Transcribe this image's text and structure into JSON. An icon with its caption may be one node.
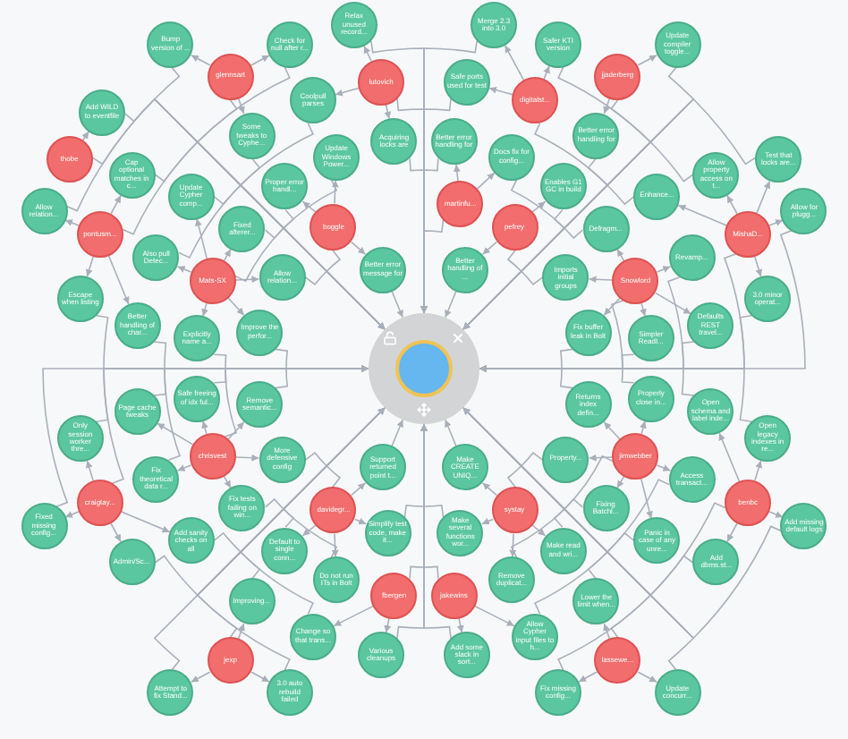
{
  "diagram": {
    "nodes": [
      {
        "text": [
          "Better error handling for"
        ]
      },
      {
        "text": [
          "Some tweaks to Cyphe..."
        ]
      },
      {
        "text": [
          "jjaderberg"
        ]
      },
      {
        "text": [
          "Safe ports used for test"
        ]
      },
      {
        "text": [
          "Update compiler toggle..."
        ]
      },
      {
        "text": [
          "Better handling of char..."
        ]
      },
      {
        "text": [
          "Check for null after r..."
        ]
      },
      {
        "text": [
          "glennsart"
        ]
      },
      {
        "text": [
          "Safer KTI version"
        ]
      },
      {
        "text": [
          "lutovich"
        ]
      },
      {
        "text": [
          "Acquiring locks are"
        ]
      },
      {
        "text": [
          "Better error message for"
        ]
      },
      {
        "text": [
          "Proper error handl..."
        ]
      },
      {
        "text": [
          "digitalst..."
        ]
      },
      {
        "text": [
          "Merge 2.3 into 3.0"
        ]
      },
      {
        "text": [
          "Bump version of ..."
        ]
      },
      {
        "text": [
          "Cap optional matches in c..."
        ]
      },
      {
        "text": [
          "Coolpull parses"
        ]
      },
      {
        "text": [
          "Update Windows Power..."
        ]
      },
      {
        "text": [
          "pontusm..."
        ]
      },
      {
        "text": [
          "boggle"
        ]
      },
      {
        "text": [
          "Fix buffer leak in Bolt"
        ]
      },
      {
        "text": [
          "Relax unused record..."
        ]
      },
      {
        "text": [
          "Escape when listing"
        ]
      },
      {
        "text": [
          "Docs fix for config..."
        ]
      },
      {
        "text": [
          "thobe"
        ]
      },
      {
        "text": [
          "Better handling of ..."
        ]
      },
      {
        "text": [
          "Add WILD to eventfile"
        ]
      },
      {
        "text": [
          "Imports initial groups"
        ]
      },
      {
        "text": [
          "Allow relation..."
        ]
      },
      {
        "text": [
          "Snowlord"
        ]
      },
      {
        "text": [
          "pefrey"
        ]
      },
      {
        "text": [
          "Simpler ReadI..."
        ]
      },
      {
        "text": [
          "Change so that trans..."
        ]
      },
      {
        "text": [
          "Better error handling for"
        ]
      },
      {
        "text": [
          "Enables G1 GC in build"
        ]
      },
      {
        "text": [
          "martinfu..."
        ]
      },
      {
        "text": [
          "Defragm..."
        ]
      },
      {
        "text": [
          "fbergen"
        ]
      },
      {
        "text": [
          "Defaults REST travel..."
        ]
      },
      {
        "text": [
          "Property..."
        ]
      },
      {
        "text": [
          "Revamp..."
        ]
      },
      {
        "text": [
          "Various cleanups"
        ]
      },
      {
        "text": [
          "Improving..."
        ]
      },
      {
        "text": [
          "Returns index defin..."
        ]
      },
      {
        "text": [
          "jexp"
        ]
      },
      {
        "text": [
          "Fixing Batchl..."
        ]
      },
      {
        "text": [],
        "shape": "circle"
      },
      {
        "text": [
          "Allow Cypher input files to h..."
        ]
      },
      {
        "text": [
          "3.0 auto rebuild failed"
        ]
      },
      {
        "text": [
          "jimwebber"
        ]
      },
      {
        "text": [
          "Attempt to fix Stand..."
        ]
      },
      {
        "text": [
          "Properly close in..."
        ]
      },
      {
        "text": [
          "Remove semantic..."
        ]
      },
      {
        "text": [
          "Open schema and label inde..."
        ]
      },
      {
        "text": [
          "More defensive config"
        ]
      },
      {
        "text": [
          "jakewins"
        ]
      },
      {
        "text": [
          "Panic in case of any unre..."
        ]
      },
      {
        "text": [
          "Access transact..."
        ]
      },
      {
        "text": [
          "Add some slack in sort..."
        ]
      },
      {
        "text": [
          "Make CREATE UNIQ..."
        ]
      },
      {
        "text": [
          "Safe freeing of idx ful..."
        ]
      },
      {
        "text": [
          "lassewe..."
        ]
      },
      {
        "text": [
          "Add dbms.st..."
        ]
      },
      {
        "text": [
          "Fix tests failing on win..."
        ]
      },
      {
        "text": [
          "Open legacy indexes in re..."
        ]
      },
      {
        "text": [
          "craigtay..."
        ]
      },
      {
        "text": [
          "Enhance..."
        ]
      },
      {
        "text": [
          "Make several functions wor..."
        ]
      },
      {
        "text": [
          "Make read and wri..."
        ]
      },
      {
        "text": [
          "3.0 minor operat..."
        ]
      },
      {
        "text": [
          "Lower the limit when..."
        ]
      },
      {
        "text": [
          "Add sanity checks on all"
        ]
      },
      {
        "text": [
          "chrisvest"
        ]
      },
      {
        "text": [
          "benbc"
        ]
      },
      {
        "text": [
          "Fix missing config..."
        ]
      },
      {
        "text": [
          "Page cache tweaks"
        ]
      },
      {
        "text": [
          "systay"
        ]
      },
      {
        "text": [
          "Allow property access on t..."
        ]
      },
      {
        "text": [
          "Only session worker thre..."
        ]
      },
      {
        "text": [
          "Remove duplicat..."
        ]
      },
      {
        "text": [
          "Allow relation..."
        ]
      },
      {
        "text": [
          "MishaD..."
        ]
      },
      {
        "text": [
          "Admin/Sc..."
        ]
      },
      {
        "text": [
          "Update concurr..."
        ]
      },
      {
        "text": [
          "Fixed missing config..."
        ]
      },
      {
        "text": [
          "Fix theoretical data r..."
        ]
      },
      {
        "text": [
          "Mats-SX"
        ]
      },
      {
        "text": [
          "Allow for plugg..."
        ]
      },
      {
        "text": [
          "Improve the perfor..."
        ]
      },
      {
        "text": [
          "Fixed afterer..."
        ]
      },
      {
        "text": [
          "Add missing default logs"
        ]
      },
      {
        "text": [
          "Support returned point t..."
        ]
      },
      {
        "text": [
          "Simplify test code, make it..."
        ]
      },
      {
        "text": [
          "Explicitly name a..."
        ]
      },
      {
        "text": [
          "Test that locks are..."
        ]
      },
      {
        "text": [
          "Default to single conn..."
        ]
      },
      {
        "text": [
          "Update Cypher comp..."
        ]
      },
      {
        "text": [
          "Do not run ITs in Bolt"
        ]
      },
      {
        "text": [
          "davidegr..."
        ]
      },
      {
        "text": [
          "Also pull Detec..."
        ]
      }
    ],
    "edges": [
      {
        "from": 0,
        "to": 47,
        "arrow": "to"
      },
      {
        "from": 1,
        "to": 47,
        "arrow": "to"
      },
      {
        "from": 2,
        "to": 47,
        "arrow": "to"
      },
      {
        "from": 3,
        "to": 47,
        "arrow": "to"
      },
      {
        "from": 4,
        "to": 47,
        "arrow": "to"
      },
      {
        "from": 5,
        "to": 47,
        "arrow": "to"
      },
      {
        "from": 6,
        "to": 47,
        "arrow": "to"
      },
      {
        "from": 7,
        "to": 47,
        "arrow": "to"
      },
      {
        "from": 8,
        "to": 47,
        "arrow": "to"
      },
      {
        "from": 9,
        "to": 47,
        "arrow": "to"
      },
      {
        "from": 10,
        "to": 47,
        "arrow": "to"
      },
      {
        "from": 11,
        "to": 47,
        "arrow": "to"
      },
      {
        "from": 12,
        "to": 47,
        "arrow": "to"
      },
      {
        "from": 13,
        "to": 47,
        "arrow": "to"
      },
      {
        "from": 14,
        "to": 47,
        "arrow": "to"
      },
      {
        "from": 15,
        "to": 47,
        "arrow": "to"
      },
      {
        "from": 16,
        "to": 47,
        "arrow": "to"
      },
      {
        "from": 17,
        "to": 47,
        "arrow": "to"
      },
      {
        "from": 18,
        "to": 47,
        "arrow": "to"
      },
      {
        "from": 19,
        "to": 47,
        "arrow": "to"
      },
      {
        "from": 20,
        "to": 47,
        "arrow": "to"
      },
      {
        "from": 21,
        "to": 47,
        "arrow": "to"
      },
      {
        "from": 22,
        "to": 47,
        "arrow": "to"
      },
      {
        "from": 23,
        "to": 47,
        "arrow": "to"
      },
      {
        "from": 24,
        "to": 47,
        "arrow": "to"
      },
      {
        "from": 25,
        "to": 47,
        "arrow": "to"
      },
      {
        "from": 26,
        "to": 47,
        "arrow": "to"
      },
      {
        "from": 27,
        "to": 47,
        "arrow": "to"
      },
      {
        "from": 28,
        "to": 47,
        "arrow": "to"
      },
      {
        "from": 29,
        "to": 47,
        "arrow": "to"
      },
      {
        "from": 30,
        "to": 47,
        "arrow": "to"
      },
      {
        "from": 31,
        "to": 47,
        "arrow": "to"
      },
      {
        "from": 32,
        "to": 47,
        "arrow": "to"
      },
      {
        "from": 33,
        "to": 47,
        "arrow": "to"
      },
      {
        "from": 34,
        "to": 47,
        "arrow": "to"
      },
      {
        "from": 35,
        "to": 47,
        "arrow": "to"
      },
      {
        "from": 36,
        "to": 47,
        "arrow": "to"
      },
      {
        "from": 37,
        "to": 47,
        "arrow": "to"
      },
      {
        "from": 38,
        "to": 47,
        "arrow": "to"
      },
      {
        "from": 39,
        "to": 47,
        "arrow": "to"
      },
      {
        "from": 40,
        "to": 47,
        "arrow": "to"
      },
      {
        "from": 41,
        "to": 47,
        "arrow": "to"
      },
      {
        "from": 42,
        "to": 47,
        "arrow": "to"
      },
      {
        "from": 43,
        "to": 47,
        "arrow": "to"
      },
      {
        "from": 44,
        "to": 47,
        "arrow": "to"
      },
      {
        "from": 45,
        "to": 47,
        "arrow": "to"
      },
      {
        "from": 46,
        "to": 47,
        "arrow": "to"
      },
      {
        "from": 48,
        "to": 47,
        "arrow": "to"
      },
      {
        "from": 49,
        "to": 47,
        "arrow": "to"
      },
      {
        "from": 50,
        "to": 47,
        "arrow": "to"
      },
      {
        "from": 51,
        "to": 47,
        "arrow": "to"
      },
      {
        "from": 52,
        "to": 47,
        "arrow": "to"
      },
      {
        "from": 53,
        "to": 47,
        "arrow": "to"
      },
      {
        "from": 54,
        "to": 47,
        "arrow": "to"
      },
      {
        "from": 55,
        "to": 47,
        "arrow": "to"
      },
      {
        "from": 56,
        "to": 47,
        "arrow": "to"
      },
      {
        "from": 57,
        "to": 47,
        "arrow": "to"
      },
      {
        "from": 58,
        "to": 47,
        "arrow": "to"
      },
      {
        "from": 59,
        "to": 47,
        "arrow": "to"
      },
      {
        "from": 60,
        "to": 47,
        "arrow": "to"
      },
      {
        "from": 61,
        "to": 47,
        "arrow": "to"
      },
      {
        "from": 62,
        "to": 47,
        "arrow": "to"
      },
      {
        "from": 63,
        "to": 47,
        "arrow": "to"
      },
      {
        "from": 64,
        "to": 47,
        "arrow": "to"
      },
      {
        "from": 65,
        "to": 47,
        "arrow": "to"
      },
      {
        "from": 66,
        "to": 47,
        "arrow": "to"
      },
      {
        "from": 67,
        "to": 47,
        "arrow": "to"
      },
      {
        "from": 68,
        "to": 47,
        "arrow": "to"
      },
      {
        "from": 69,
        "to": 47,
        "arrow": "to"
      },
      {
        "from": 70,
        "to": 47,
        "arrow": "to"
      },
      {
        "from": 71,
        "to": 47,
        "arrow": "to"
      },
      {
        "from": 72,
        "to": 47,
        "arrow": "to"
      },
      {
        "from": 73,
        "to": 47,
        "arrow": "to"
      },
      {
        "from": 74,
        "to": 47,
        "arrow": "to"
      },
      {
        "from": 75,
        "to": 47,
        "arrow": "to"
      },
      {
        "from": 76,
        "to": 47,
        "arrow": "to"
      },
      {
        "from": 77,
        "to": 47,
        "arrow": "to"
      },
      {
        "from": 78,
        "to": 47,
        "arrow": "to"
      },
      {
        "from": 79,
        "to": 47,
        "arrow": "to"
      },
      {
        "from": 80,
        "to": 47,
        "arrow": "to"
      },
      {
        "from": 81,
        "to": 47,
        "arrow": "to"
      },
      {
        "from": 82,
        "to": 47,
        "arrow": "to"
      },
      {
        "from": 83,
        "to": 47,
        "arrow": "to"
      },
      {
        "from": 84,
        "to": 47,
        "arrow": "to"
      },
      {
        "from": 85,
        "to": 47,
        "arrow": "to"
      },
      {
        "from": 86,
        "to": 47,
        "arrow": "to"
      },
      {
        "from": 87,
        "to": 47,
        "arrow": "to"
      },
      {
        "from": 88,
        "to": 47,
        "arrow": "to"
      },
      {
        "from": 89,
        "to": 47,
        "arrow": "to"
      },
      {
        "from": 90,
        "to": 47,
        "arrow": "to"
      },
      {
        "from": 91,
        "to": 47,
        "arrow": "to"
      },
      {
        "from": 92,
        "to": 47,
        "arrow": "to"
      },
      {
        "from": 93,
        "to": 47,
        "arrow": "to"
      },
      {
        "from": 94,
        "to": 47,
        "arrow": "to"
      },
      {
        "from": 95,
        "to": 47,
        "arrow": "to"
      },
      {
        "from": 96,
        "to": 47,
        "arrow": "to"
      },
      {
        "from": 97,
        "to": 47,
        "arrow": "to"
      },
      {
        "from": 98,
        "to": 47,
        "arrow": "to"
      },
      {
        "from": 99,
        "to": 47,
        "arrow": "to"
      },
      {
        "from": 100,
        "to": 47,
        "arrow": "to"
      },
      {
        "from": 2,
        "to": 0,
        "arrow": "to"
      },
      {
        "from": 7,
        "to": 1,
        "arrow": "to"
      },
      {
        "from": 13,
        "to": 3,
        "arrow": "to"
      },
      {
        "from": 2,
        "to": 4,
        "arrow": "to"
      },
      {
        "from": 19,
        "to": 5,
        "arrow": "to"
      },
      {
        "from": 7,
        "to": 6,
        "arrow": "to"
      },
      {
        "from": 13,
        "to": 8,
        "arrow": "to"
      },
      {
        "from": 9,
        "to": 10,
        "arrow": "to"
      },
      {
        "from": 20,
        "to": 11,
        "arrow": "to"
      },
      {
        "from": 20,
        "to": 12,
        "arrow": "to"
      },
      {
        "from": 13,
        "to": 14,
        "arrow": "to"
      },
      {
        "from": 7,
        "to": 15,
        "arrow": "to"
      },
      {
        "from": 19,
        "to": 16,
        "arrow": "to"
      },
      {
        "from": 9,
        "to": 17,
        "arrow": "to"
      },
      {
        "from": 20,
        "to": 18,
        "arrow": "to"
      },
      {
        "from": 30,
        "to": 21,
        "arrow": "to"
      },
      {
        "from": 9,
        "to": 22,
        "arrow": "to"
      },
      {
        "from": 19,
        "to": 23,
        "arrow": "to"
      },
      {
        "from": 36,
        "to": 24,
        "arrow": "to"
      },
      {
        "from": 31,
        "to": 26,
        "arrow": "to"
      },
      {
        "from": 25,
        "to": 27,
        "arrow": "to"
      },
      {
        "from": 30,
        "to": 28,
        "arrow": "to"
      },
      {
        "from": 19,
        "to": 29,
        "arrow": "to"
      },
      {
        "from": 30,
        "to": 32,
        "arrow": "to"
      },
      {
        "from": 38,
        "to": 33,
        "arrow": "to"
      },
      {
        "from": 36,
        "to": 34,
        "arrow": "to"
      },
      {
        "from": 31,
        "to": 35,
        "arrow": "to"
      },
      {
        "from": 30,
        "to": 37,
        "arrow": "to"
      },
      {
        "from": 30,
        "to": 39,
        "arrow": "to"
      },
      {
        "from": 50,
        "to": 40,
        "arrow": "to"
      },
      {
        "from": 30,
        "to": 41,
        "arrow": "to"
      },
      {
        "from": 38,
        "to": 42,
        "arrow": "to"
      },
      {
        "from": 45,
        "to": 43,
        "arrow": "to"
      },
      {
        "from": 50,
        "to": 44,
        "arrow": "to"
      },
      {
        "from": 50,
        "to": 46,
        "arrow": "to"
      },
      {
        "from": 56,
        "to": 48,
        "arrow": "to"
      },
      {
        "from": 45,
        "to": 49,
        "arrow": "to"
      },
      {
        "from": 45,
        "to": 51,
        "arrow": "to"
      },
      {
        "from": 50,
        "to": 52,
        "arrow": "to"
      },
      {
        "from": 73,
        "to": 53,
        "arrow": "to"
      },
      {
        "from": 74,
        "to": 54,
        "arrow": "to"
      },
      {
        "from": 73,
        "to": 55,
        "arrow": "to"
      },
      {
        "from": 50,
        "to": 57,
        "arrow": "to"
      },
      {
        "from": 50,
        "to": 58,
        "arrow": "to"
      },
      {
        "from": 56,
        "to": 59,
        "arrow": "to"
      },
      {
        "from": 77,
        "to": 60,
        "arrow": "to"
      },
      {
        "from": 73,
        "to": 61,
        "arrow": "to"
      },
      {
        "from": 74,
        "to": 63,
        "arrow": "to"
      },
      {
        "from": 73,
        "to": 64,
        "arrow": "to"
      },
      {
        "from": 74,
        "to": 65,
        "arrow": "to"
      },
      {
        "from": 82,
        "to": 67,
        "arrow": "to"
      },
      {
        "from": 77,
        "to": 68,
        "arrow": "to"
      },
      {
        "from": 77,
        "to": 69,
        "arrow": "to"
      },
      {
        "from": 82,
        "to": 70,
        "arrow": "to"
      },
      {
        "from": 62,
        "to": 71,
        "arrow": "to"
      },
      {
        "from": 66,
        "to": 72,
        "arrow": "to"
      },
      {
        "from": 62,
        "to": 75,
        "arrow": "to"
      },
      {
        "from": 73,
        "to": 76,
        "arrow": "to"
      },
      {
        "from": 82,
        "to": 78,
        "arrow": "to"
      },
      {
        "from": 66,
        "to": 79,
        "arrow": "to"
      },
      {
        "from": 77,
        "to": 80,
        "arrow": "to"
      },
      {
        "from": 87,
        "to": 81,
        "arrow": "to"
      },
      {
        "from": 66,
        "to": 83,
        "arrow": "to"
      },
      {
        "from": 62,
        "to": 84,
        "arrow": "to"
      },
      {
        "from": 66,
        "to": 85,
        "arrow": "to"
      },
      {
        "from": 73,
        "to": 86,
        "arrow": "to"
      },
      {
        "from": 82,
        "to": 88,
        "arrow": "to"
      },
      {
        "from": 87,
        "to": 89,
        "arrow": "to"
      },
      {
        "from": 87,
        "to": 90,
        "arrow": "to"
      },
      {
        "from": 74,
        "to": 91,
        "arrow": "to"
      },
      {
        "from": 99,
        "to": 92,
        "arrow": "to"
      },
      {
        "from": 99,
        "to": 93,
        "arrow": "to"
      },
      {
        "from": 87,
        "to": 94,
        "arrow": "to"
      },
      {
        "from": 82,
        "to": 95,
        "arrow": "to"
      },
      {
        "from": 99,
        "to": 96,
        "arrow": "to"
      },
      {
        "from": 87,
        "to": 97,
        "arrow": "to"
      },
      {
        "from": 99,
        "to": 98,
        "arrow": "to"
      },
      {
        "from": 87,
        "to": 100,
        "arrow": "to"
      }
    ]
  }
}
